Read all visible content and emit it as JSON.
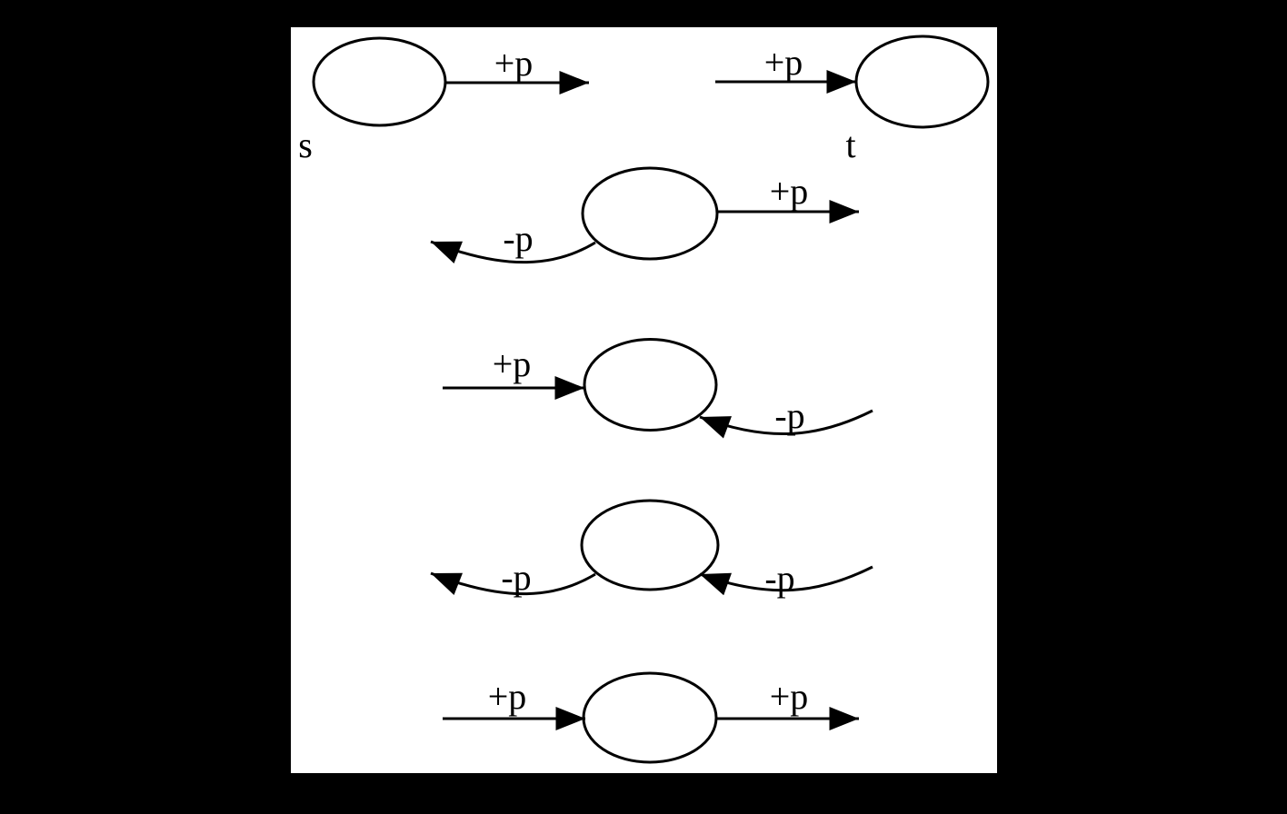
{
  "colors": {
    "page_background": "#000000",
    "canvas_background": "#ffffff",
    "ink": "#000000"
  },
  "node_labels": {
    "start": "s",
    "end": "t"
  },
  "edge_labels": {
    "r1_left": "+p",
    "r1_right": "+p",
    "r2_right": "+p",
    "r2_left": "-p",
    "r3_left": "+p",
    "r3_right": "-p",
    "r4_left": "-p",
    "r4_right": "-p",
    "r5_left": "+p",
    "r5_right": "+p"
  }
}
